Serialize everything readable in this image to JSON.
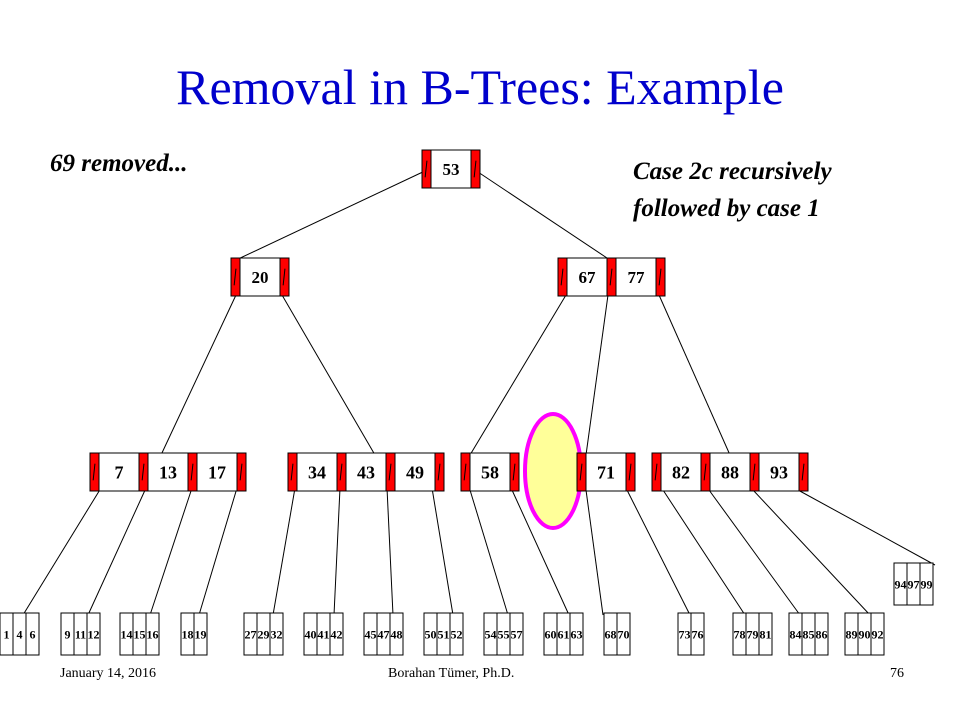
{
  "title": "Removal in B-Trees: Example",
  "notes": {
    "removed": "69 removed...",
    "case_line1": "Case 2c recursively",
    "case_line2": "followed by case 1"
  },
  "footer": {
    "date": "January 14, 2016",
    "author": "Borahan Tümer, Ph.D.",
    "page": "76"
  },
  "colors": {
    "title": "#0000cc",
    "pointer": "#ff0000",
    "highlight_fill": "#ffff99",
    "highlight_stroke": "#ff00ff"
  },
  "tree": {
    "root": [
      "53"
    ],
    "level1": [
      [
        "20"
      ],
      [
        "67",
        "77"
      ]
    ],
    "level2": [
      [
        "7",
        "13",
        "17"
      ],
      [
        "34",
        "43",
        "49"
      ],
      [
        "58"
      ],
      [
        "71"
      ],
      [
        "82",
        "88",
        "93"
      ]
    ],
    "leaves": [
      [
        "1",
        "4",
        "6"
      ],
      [
        "9",
        "11",
        "12"
      ],
      [
        "14",
        "15",
        "16"
      ],
      [
        "18",
        "19"
      ],
      [
        "27",
        "29",
        "32"
      ],
      [
        "40",
        "41",
        "42"
      ],
      [
        "45",
        "47",
        "48"
      ],
      [
        "50",
        "51",
        "52"
      ],
      [
        "54",
        "55",
        "57"
      ],
      [
        "60",
        "61",
        "63"
      ],
      [
        "68",
        "70"
      ],
      [
        "73",
        "76"
      ],
      [
        "78",
        "79",
        "81"
      ],
      [
        "84",
        "85",
        "86"
      ],
      [
        "89",
        "90",
        "92"
      ],
      [
        "94",
        "97",
        "99"
      ]
    ]
  }
}
